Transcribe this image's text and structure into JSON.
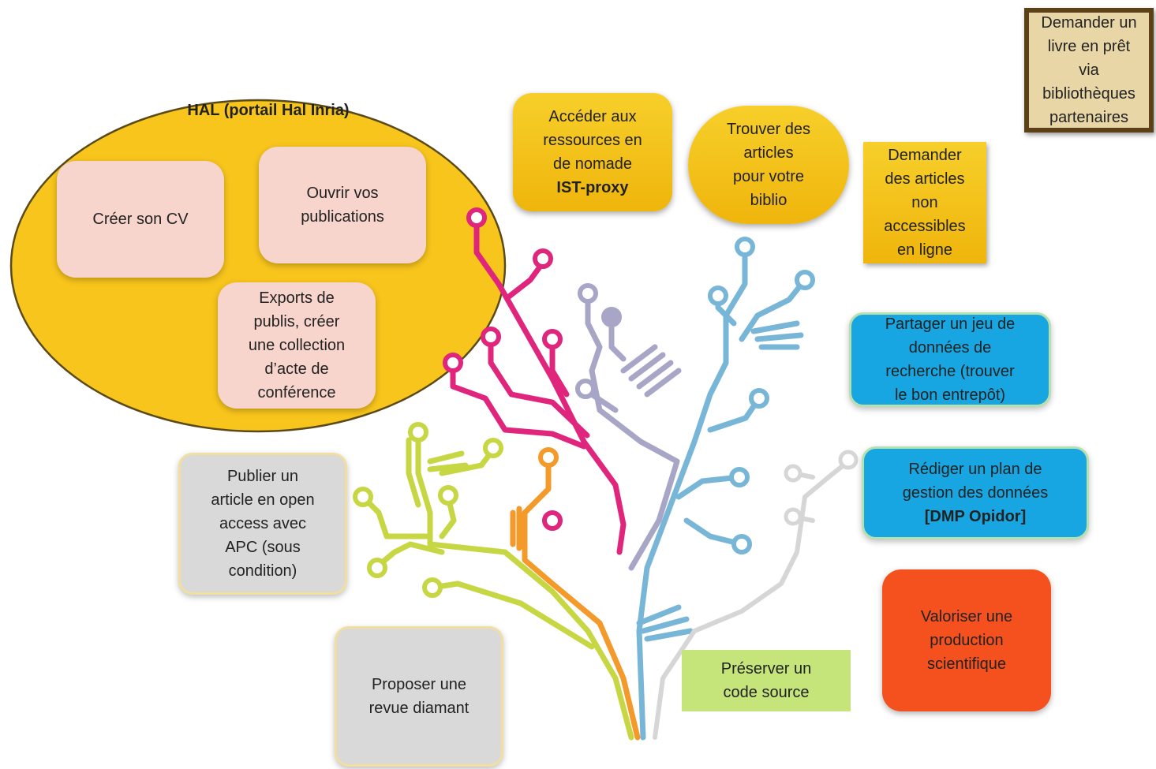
{
  "hal": {
    "title": "HAL (portail Hal Inria)",
    "creer_cv": "Créer son CV",
    "ouvrir": "Ouvrir vos\npublications",
    "exports": "Exports de\npublis, créer\nune collection\nd’acte de\nconférence"
  },
  "acceder": {
    "text": "Accéder aux\nressources en\nde nomade",
    "bold": "IST-proxy"
  },
  "trouver": {
    "text": "Trouver des\narticles\npour votre\nbiblio"
  },
  "demander_articles": {
    "text": "Demander\ndes articles\nnon\naccessibles\nen ligne"
  },
  "demander_livre": {
    "text": "Demander un\nlivre en prêt\nvia\nbibliothèques\npartenaires"
  },
  "partager": {
    "text": "Partager un jeu de\ndonnées de\nrecherche (trouver\nle bon entrepôt)"
  },
  "rediger": {
    "text": "Rédiger un plan de\ngestion des données",
    "bold": "[DMP Opidor]"
  },
  "valoriser": {
    "text": "Valoriser une\nproduction\nscientifique"
  },
  "preserver": {
    "text": "Préserver un\ncode source"
  },
  "publier": {
    "text": "Publier un\narticle en open\naccess avec\nAPC (sous\ncondition)"
  },
  "proposer": {
    "text": "Proposer une\nrevue diamant"
  },
  "colors": {
    "hal_circle": "#f8c51c",
    "magenta": "#e0257d",
    "lavender": "#a8a6c6",
    "sky": "#78b6d8",
    "lime": "#c7d743",
    "orange": "#f39a2b",
    "white_branch": "#ffffff",
    "blue_box": "#17a6e2",
    "valoriser": "#f4511e",
    "preserver": "#c5e47a"
  }
}
